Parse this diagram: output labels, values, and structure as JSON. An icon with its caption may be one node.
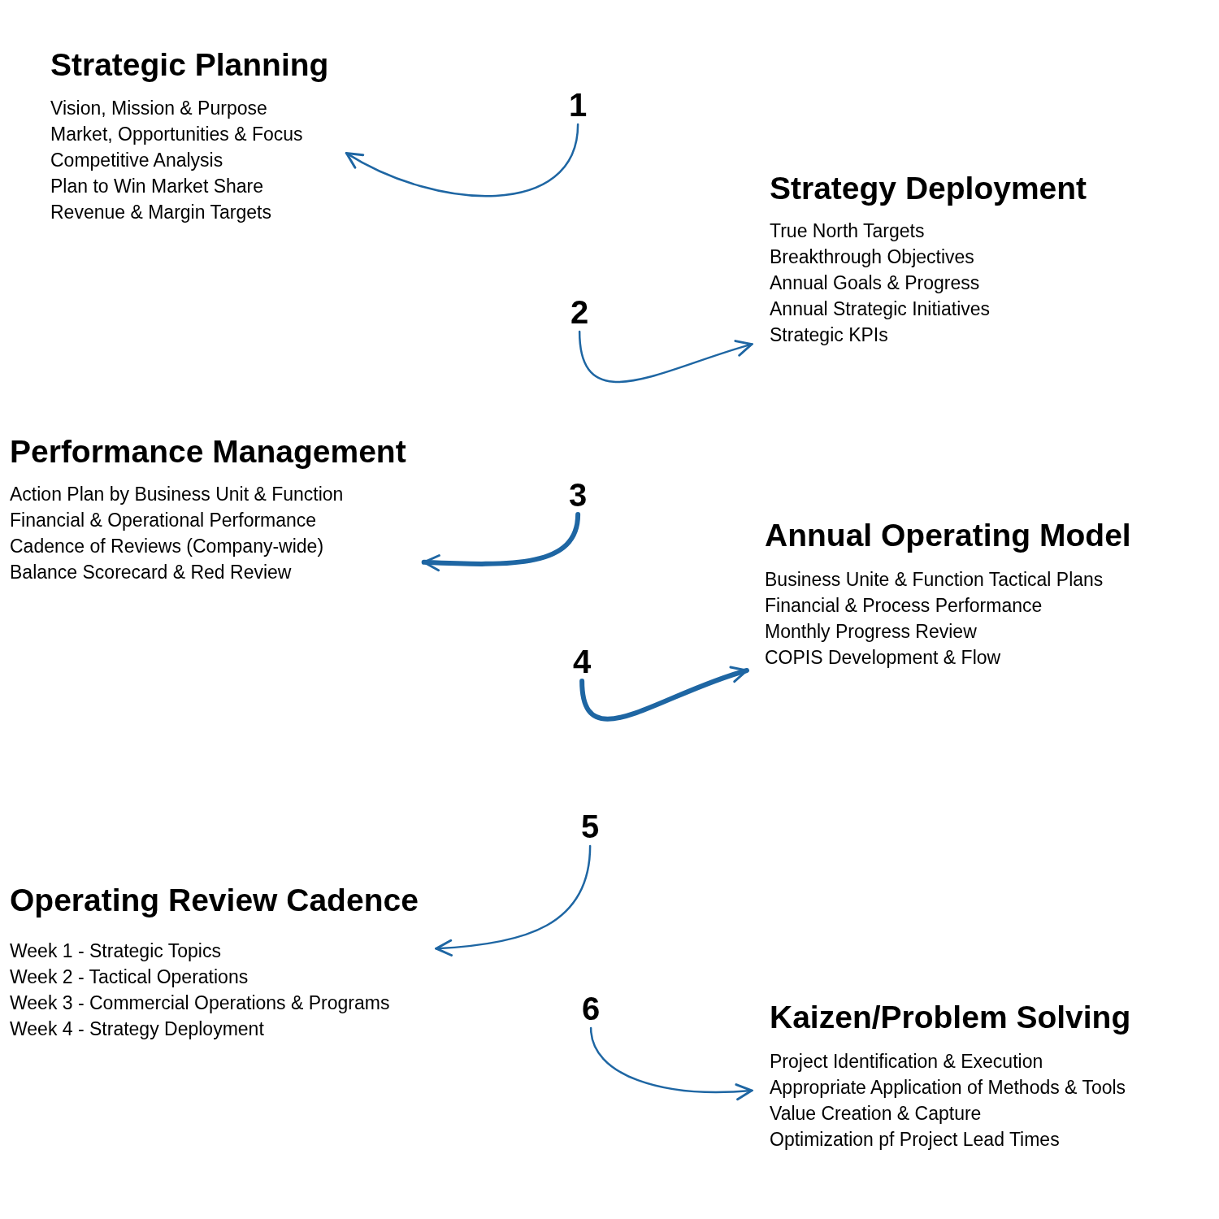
{
  "diagram": {
    "nodes": [
      {
        "text": [
          "Strategic Planning",
          "Vision, Mission & Purpose",
          "Market, Opportunities & Focus",
          "Competitive Analysis",
          "Plan to Win Market Share",
          "Revenue & Margin Targets"
        ]
      },
      {
        "text": [
          "1"
        ]
      },
      {
        "text": [
          "Strategy Deployment",
          "True North Targets",
          "Breakthrough Objectives",
          "Annual Goals & Progress",
          "Annual Strategic Initiatives",
          "Strategic KPIs"
        ]
      },
      {
        "text": [
          "2"
        ]
      },
      {
        "text": [
          "Performance Management",
          "Action Plan by Business Unit & Function",
          "Financial & Operational Performance",
          "Cadence of Reviews (Company-wide)",
          "Balance Scorecard & Red Review"
        ]
      },
      {
        "text": [
          "3"
        ]
      },
      {
        "text": [
          "Annual Operating Model",
          "Business Unite & Function Tactical Plans",
          "Financial & Process Performance",
          "Monthly Progress Review",
          "COPIS Development & Flow"
        ]
      },
      {
        "text": [
          "4"
        ]
      },
      {
        "text": [
          "5"
        ]
      },
      {
        "text": [
          "Operating Review Cadence",
          "Week 1 - Strategic Topics",
          "Week 2 - Tactical Operations",
          "Week 3 - Commercial Operations & Programs",
          "Week 4 - Strategy Deployment"
        ]
      },
      {
        "text": [
          "6"
        ]
      },
      {
        "text": [
          "Kaizen/Problem Solving",
          "Project Identification & Execution",
          "Appropriate Application of Methods & Tools",
          "Value Creation & Capture",
          "Optimization pf Project Lead Times"
        ]
      }
    ],
    "edges": [
      {
        "from": 1,
        "to": 0,
        "arrow": "to"
      },
      {
        "from": 3,
        "to": 2,
        "arrow": "to"
      },
      {
        "from": 5,
        "to": 4,
        "arrow": "to",
        "style": "thick"
      },
      {
        "from": 7,
        "to": 6,
        "arrow": "to",
        "style": "thick"
      },
      {
        "from": 8,
        "to": 9,
        "arrow": "to"
      },
      {
        "from": 10,
        "to": 11,
        "arrow": "to"
      }
    ]
  }
}
